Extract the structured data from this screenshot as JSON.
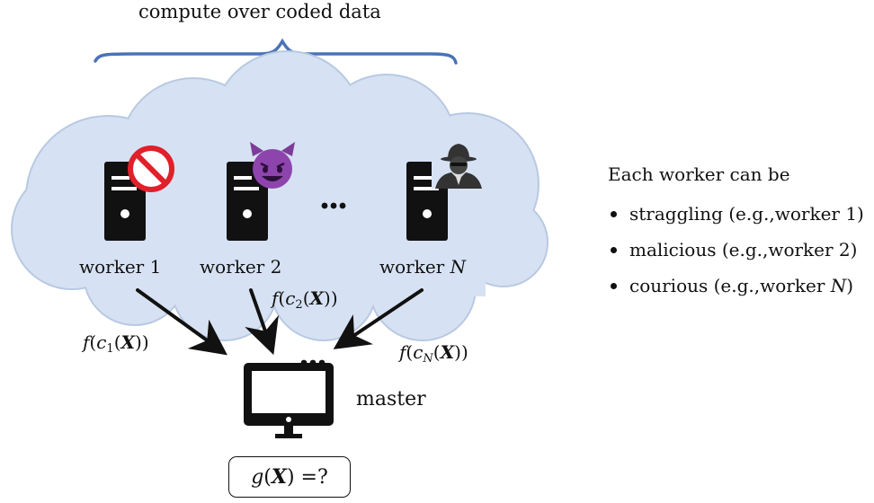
{
  "title": "compute over coded data",
  "workers": [
    {
      "name_prefix": "worker",
      "name_index": "1",
      "role": "straggling",
      "badge": "no-entry-icon"
    },
    {
      "name_prefix": "worker",
      "name_index": "2",
      "role": "malicious",
      "badge": "devil-emoji-icon"
    },
    {
      "name_prefix": "worker",
      "name_index": "N",
      "role": "curious",
      "badge": "spy-icon"
    }
  ],
  "ellipsis": "...",
  "edges": [
    {
      "f": "f",
      "c": "c",
      "sub": "1",
      "x": "X"
    },
    {
      "f": "f",
      "c": "c",
      "sub": "2",
      "x": "X"
    },
    {
      "f": "f",
      "c": "c",
      "sub": "N",
      "x": "X"
    }
  ],
  "master_label": "master",
  "result": {
    "func": "g",
    "arg": "X",
    "tail": "=?"
  },
  "panel": {
    "heading": "Each worker can be",
    "items": [
      {
        "text": "straggling (e.g.,worker 1)"
      },
      {
        "text": "malicious (e.g.,worker 2)"
      },
      {
        "text_prefix": "courious (e.g.,worker ",
        "text_var": "N",
        "text_suffix": ")"
      }
    ]
  },
  "colors": {
    "cloud_fill": "#d6e2f3",
    "cloud_stroke": "#b8c9e2",
    "brace": "#4a72b8",
    "server": "#111111",
    "no_entry": "#e0202a",
    "devil": "#8e44ad"
  }
}
